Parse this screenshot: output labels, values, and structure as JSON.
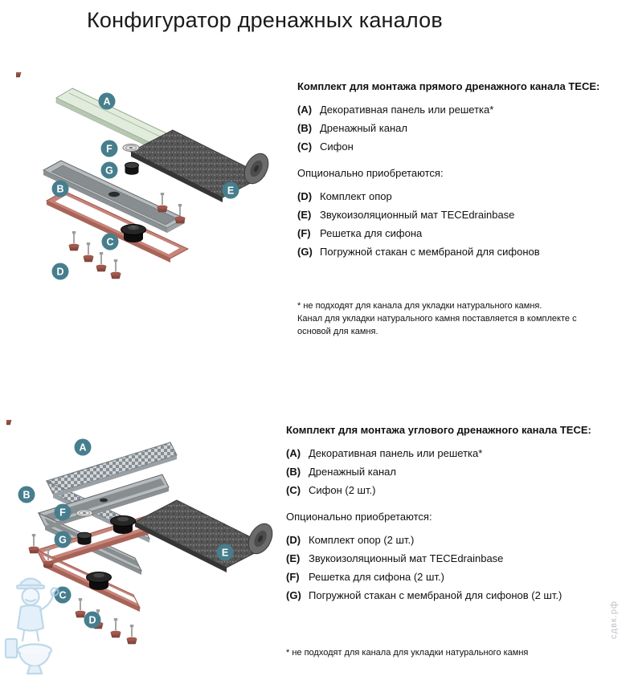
{
  "page_title": "Конфигуратор дренажных каналов",
  "letters": {
    "a": "A",
    "b": "B",
    "c": "C",
    "d": "D",
    "e": "E",
    "f": "F",
    "g": "G"
  },
  "sections": [
    {
      "heading": "Комплект для монтажа прямого дренажного канала TECE:",
      "kit_items": [
        {
          "key": "(A)",
          "label": "Декоративная панель или решетка*"
        },
        {
          "key": "(B)",
          "label": "Дренажный канал"
        },
        {
          "key": "(C)",
          "label": "Сифон"
        }
      ],
      "optional_heading": "Опционально приобретаются:",
      "optional_items": [
        {
          "key": "(D)",
          "label": "Комплект опор"
        },
        {
          "key": "(E)",
          "label": "Звукоизоляционный мат TECEdrainbase"
        },
        {
          "key": "(F)",
          "label": "Решетка для сифона"
        },
        {
          "key": "(G)",
          "label": "Погружной стакан с мембраной для сифонов"
        }
      ],
      "footnote": "* не подходят для канала для укладки натурального камня.\nКанал для укладки натурального камня поставляется в комплекте с\nосновой для камня."
    },
    {
      "heading": "Комплект для монтажа углового дренажного канала TECE:",
      "kit_items": [
        {
          "key": "(A)",
          "label": "Декоративная панель или решетка*"
        },
        {
          "key": "(B)",
          "label": "Дренажный канал"
        },
        {
          "key": "(C)",
          "label": "Сифон (2 шт.)"
        }
      ],
      "optional_heading": "Опционально приобретаются:",
      "optional_items": [
        {
          "key": "(D)",
          "label": "Комплект опор (2 шт.)"
        },
        {
          "key": "(E)",
          "label": "Звукоизоляционный мат TECEdrainbase"
        },
        {
          "key": "(F)",
          "label": "Решетка для сифона (2 шт.)"
        },
        {
          "key": "(G)",
          "label": "Погружной стакан с мембраной для сифонов (2 шт.)"
        }
      ],
      "footnote": "* не подходят для канала для укладки натурального камня"
    }
  ],
  "watermark": {
    "text": "сдвк.рф"
  },
  "colors": {
    "label_circle": "#477e8e",
    "panel_green": "#e2ecdc",
    "channel_steel": "#b7bcbf",
    "frame_red": "#c98379",
    "mat_dark": "#565656",
    "watermark_blue": "#a9cbe4"
  }
}
